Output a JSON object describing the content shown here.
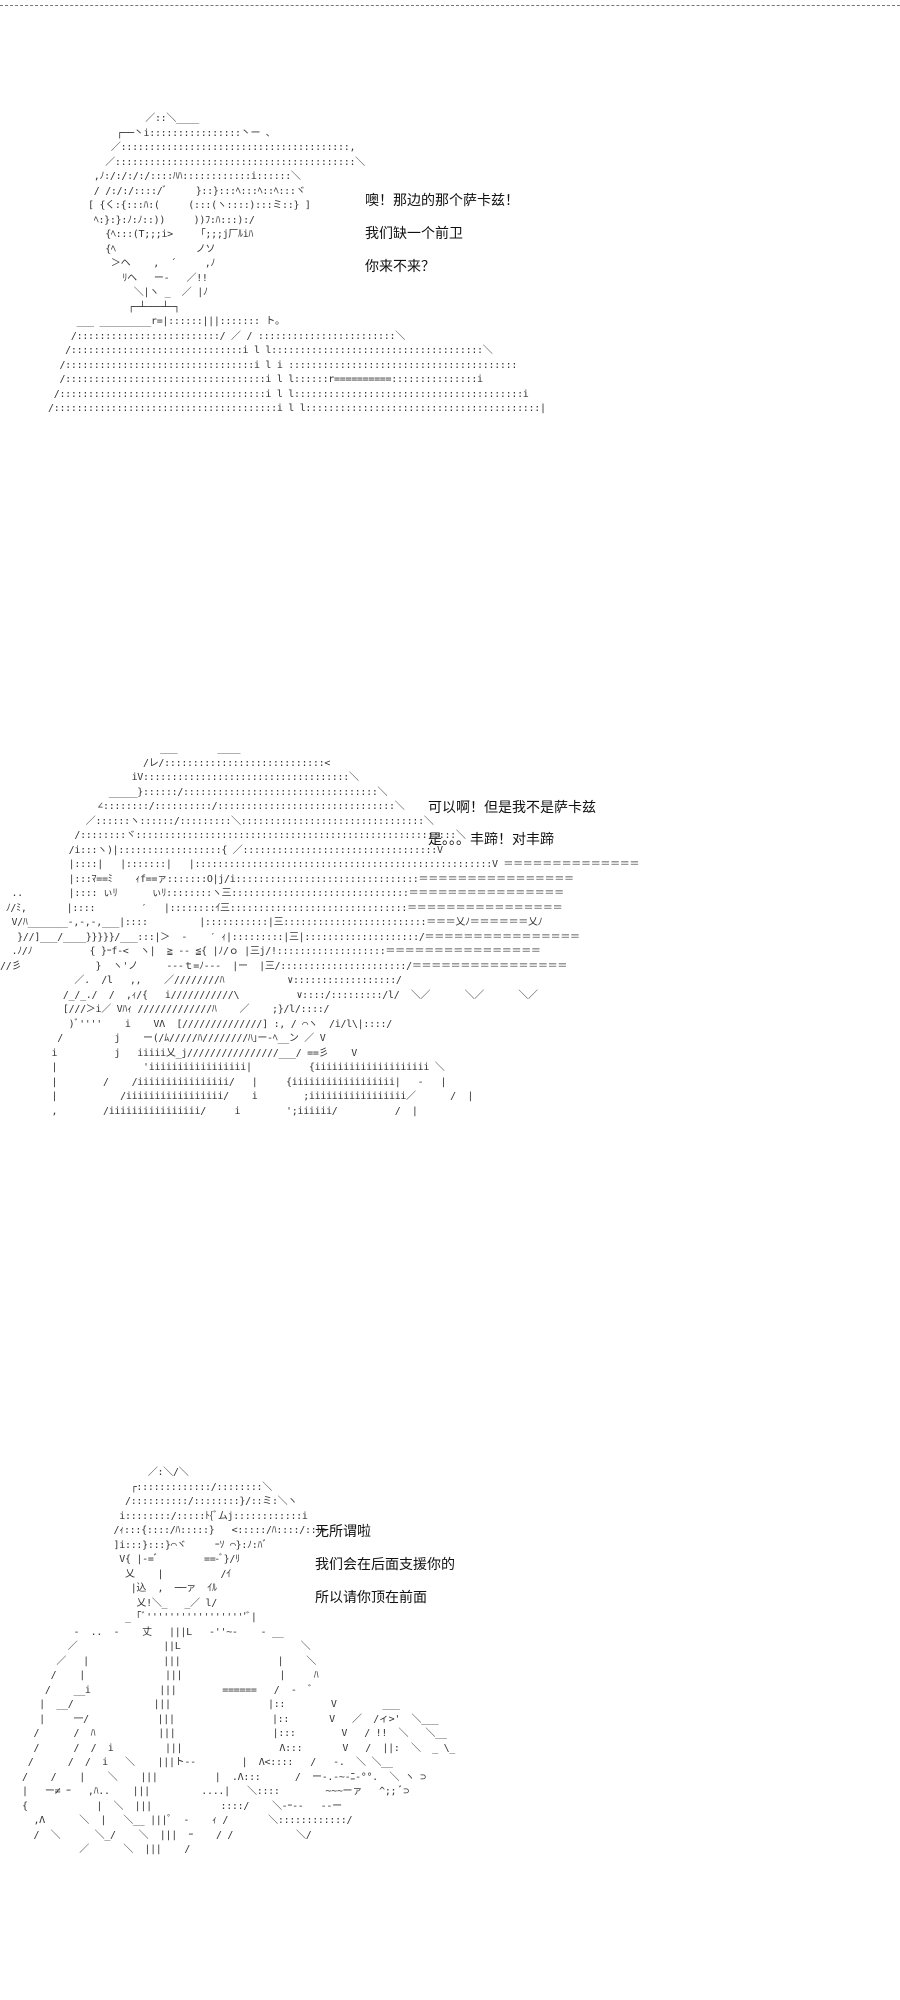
{
  "panel1": {
    "lines": [
      "噢！那边的那个萨卡兹！",
      "我们缺一个前卫",
      "你来不来？"
    ],
    "art": "                 ／::＼____\n            ┌──丶i::::::::::::::::丶ー ､\n           ／::::::::::::::::::::::::::::::::::::::::,\n          ／::::::::::::::::::::::::::::::::::::::::::＼\n        ,ﾉ:/:/:/:/::::ﾊﾊ::::::::::::i::::::＼\n        / /:/:/::::/ﾞ     }::}:::ﾍ:::ﾍ::ﾍ:::ヾ\n       [ {く:{:::ﾊ:(     (:::(ヽ::::):::ミ::} ]\n        ﾍ:}:}:ﾉ:ﾉ::))     ))ﾌ:ﾊ:::):/\n          {ﾍ:::(T;;;i>    「;;;j厂ﾙiﾊ\n          {ﾍ              ノソ\n           ＞ヘ    ,  ´     ,ﾉ\n             ﾘヘ   ー‐   ／!!\n               ＼|ヽ _  ／ |ﾉ\n              ┌─┴───┴─┐\n     ___ _________r=|::::::|||::::::: ト｡\n    /:::::::::::::::::::::::::/ ／ / ::::::::::::::::::::::::＼\n   /::::::::::::::::::::::::::::::i l l:::::::::::::::::::::::::::::::::::::＼\n  /:::::::::::::::::::::::::::::::::i l i ::::::::::::::::::::::::::::::::::::::::\n  /:::::::::::::::::::::::::::::::::::i l l::::::r==========:::::::::::::::i\n /::::::::::::::::::::::::::::::::::::i l l::::::::::::::::::::::::::::::::::::::::i\n/:::::::::::::::::::::::::::::::::::::::i l l:::::::::::::::::::::::::::::::::::::::::|"
  },
  "panel2": {
    "lines": [
      "可以啊！但是我不是萨卡兹",
      "是。。。丰蹄！对丰蹄"
    ],
    "art": "                            ___       ____\n                         /レ/::::::::::::::::::::::::::::<\n                       iV::::::::::::::::::::::::::::::::::::＼\n                   _____}::::::/::::::::::::::::::::::::::::::::::＼\n                 ∠::::::::/::::::::::/:::::::::::::::::::::::::::::::＼\n               ／::::::ヽ::::::/:::::::::＼::::::::::::::::::::::::::::::::＼\n             /::::::::ヾ::::::::::::::::::::::::::::::::::::::::::::::::::::::::＼\n            /i:::ヽ)|::::::::::::::::::{ ／::::::::::::::::::::::::::::::::::V\n            |::::|   |:::::::|   |::::::::::::::::::::::::::::::::::::::::::::::::::::V ＝＝＝＝＝＝＝＝＝＝＝＝＝＝\n            |:::ﾏ==ﾐ    ｨf==ァ:::::::O|j/i::::::::::::::::::::::::::::::::＝＝＝＝＝＝＝＝＝＝＝＝＝＝＝＝\n  ..        |:::: ぃﾘ      ぃﾘ::::::::ヽ三:::::::::::::::::::::::::::::::＝＝＝＝＝＝＝＝＝＝＝＝＝＝＝＝\n ﾉ/ﾐ,       |::::        ′   |::::::::ｲ三:::::::::::::::::::::::::::::::＝＝＝＝＝＝＝＝＝＝＝＝＝＝＝＝\n  V/ﾊ_______-,-,-,___|::::         |:::::::::::|三:::::::::::::::::::::::::＝＝＝乂ﾉ＝＝＝＝＝＝乂ﾉ\n   }//]___/____}}}}}/___:::|＞  ‐    ′ ｨ|:::::::::|三|::::::::::::::::::::/＝＝＝＝＝＝＝＝＝＝＝＝＝＝＝＝\n  .ﾉ/ﾉ          { }ｰf-<  ヽ|  ≧ -- ≦{ |ﾉ/ｏ |三j/!:::::::::::::::::::＝＝＝＝＝＝＝＝＝＝＝＝＝＝＝＝\n//彡             }  ヽ'ノ     ---ｔ=ﾉ---  |ー  |三/::::::::::::::::::::::/＝＝＝＝＝＝＝＝＝＝＝＝＝＝＝＝\n             ／.  /l   ,,    ／////////ﾊ           ∨::::::::::::::::::/\n           /_/_./  /  ,ｨ/{   i///////////\\          ∨::::/:::::::::/l/  ＼／      ＼／      ＼／\n           [///＞i／ Vﾊｨ /////////////ﾊ    ／    ;}/l/::::/\n            )ﾞ''''    i    VΛ  [//////////////] :, / ⌒ヽ  /i/l\\|::::/\n          /         j    ー(/ﾑ/////ﾊ////////ﾊ｣ー-ﾍ__ン ／ V\n         i          j   iiiii乂_j////////////////___/ ==彡    V\n         |               'iiiiiiiiiiiiiiiii|          {iiiiiiiiiiiiiiiiiiii ＼\n         |        /    /iiiiiiiiiiiiiiii/   |     {iiiiiiiiiiiiiiiiii|   ‐   |\n         |           /iiiiiiiiiiiiiiiii/    i        ;iiiiiiiiiiiiiiiii／      /  |\n         ,        /iiiiiiiiiiiiiiii/     i        ';iiiiii/          /  |"
  },
  "panel3": {
    "lines": [
      "无所谓啦",
      "我们会在后面支援你的",
      "所以请你顶在前面"
    ],
    "art": "                      ／:＼/＼\n                   ┌:::::::::::::/::::::::＼\n                  /::::::::::/::::::::}/::ミ:＼ヽ\n                 i::::::::/:::::ﾄ{ﾞムj::::::::::::i\n                /ｨ:::{::::/ﾊ:::::}   <:::::/ﾊ::::/::ﾄ>\n                ]i:::}:::}⌒ヾ     ｰｿ ⌒}:ﾉ:ﾊﾞ\n                 V{ |-=ﾞ        ==-ﾞ}/ﾘ\n                  乂    |          /ｲ\n                   |込  ,  ──ァ  ｲﾙ\n                    乂!＼_   _／ l/\n                  _ ｢ﾞ''''''''''''''''''ﾞ|\n         -  ..  -    丈   |||L   -''~-    - __\n        ／               ||L                     ＼\n      ／   |             |||                 |    ＼\n     /    |              |||                 |     ﾊ\n    /    __i            |||        ======   /  ‐  ﾞ\n   |  __/              |||                 |::        V        ___\n   |     一/            |||                 |::       V   ／  /ィ>'  ＼___\n  /      /  ﾊ           |||                 |:::        V   / !!  ＼   ＼__\n  /      /  /  i         |||                 Λ:::       V   /  ||:  ＼  _ \\_\n /      /  /  i   ＼    |||ト--        |  Λ<::::   /   ‐.  ＼ ＼__\n/    /    |    ＼    |||          |  .Λ:::      /  ー-.-~-ﾆ-°°.  ＼ ヽ ⊃\n|   ー≠ ｰ   ,ﾊ..    |||         ....|   ＼::::        ~~~ーァ   ^;; ﾞ⊃\n{            |  ＼  |||            ::::/    ＼-ｰ--   --ー\n  ,Λ      ＼  |   ＼__ |||ﾟ  -    ｨ /       ＼::::::::::::/\n  /  ＼      ＼_/    ＼  |||  ｰ    / /           ＼/\n          ／      ＼  |||    /"
  }
}
